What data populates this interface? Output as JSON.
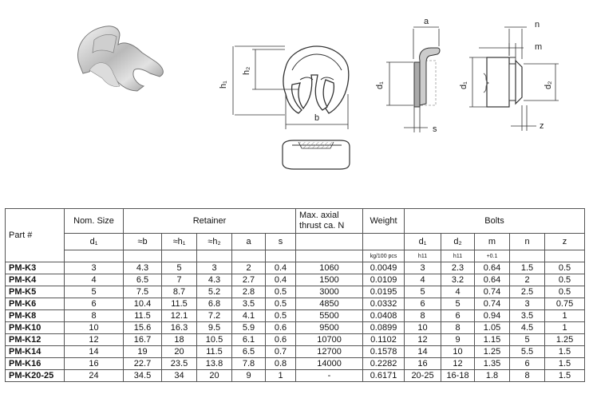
{
  "figure": {
    "dim_labels": {
      "h1": "h₁",
      "h2": "h₂",
      "b": "b",
      "a": "a",
      "d1_side": "d₁",
      "s": "s",
      "n": "n",
      "m": "m",
      "d1_bolt": "d₁",
      "d2": "d₂",
      "z": "z"
    }
  },
  "table": {
    "headers": {
      "part": "Part #",
      "nom_size": "Nom. Size",
      "retainer": "Retainer",
      "thrust": "Max. axial thrust ca. N",
      "weight": "Weight",
      "bolts": "Bolts"
    },
    "subheaders": [
      "d₁",
      "≈b",
      "≈h₁",
      "≈h₂",
      "a",
      "s",
      "",
      "",
      "d₁",
      "d₂",
      "m",
      "n",
      "z"
    ],
    "tol": {
      "weight": "kg/100 pcs",
      "d1": "h11",
      "d2": "h11",
      "m": "+0.1"
    },
    "rows": [
      [
        "PM-K3",
        "3",
        "4.3",
        "5",
        "3",
        "2",
        "0.4",
        "1060",
        "0.0049",
        "3",
        "2.3",
        "0.64",
        "1.5",
        "0.5"
      ],
      [
        "PM-K4",
        "4",
        "6.5",
        "7",
        "4.3",
        "2.7",
        "0.4",
        "1500",
        "0.0109",
        "4",
        "3.2",
        "0.64",
        "2",
        "0.5"
      ],
      [
        "PM-K5",
        "5",
        "7.5",
        "8.7",
        "5.2",
        "2.8",
        "0.5",
        "3000",
        "0.0195",
        "5",
        "4",
        "0.74",
        "2.5",
        "0.5"
      ],
      [
        "PM-K6",
        "6",
        "10.4",
        "11.5",
        "6.8",
        "3.5",
        "0.5",
        "4850",
        "0.0332",
        "6",
        "5",
        "0.74",
        "3",
        "0.75"
      ],
      [
        "PM-K8",
        "8",
        "11.5",
        "12.1",
        "7.2",
        "4.1",
        "0.5",
        "5500",
        "0.0408",
        "8",
        "6",
        "0.94",
        "3.5",
        "1"
      ],
      [
        "PM-K10",
        "10",
        "15.6",
        "16.3",
        "9.5",
        "5.9",
        "0.6",
        "9500",
        "0.0899",
        "10",
        "8",
        "1.05",
        "4.5",
        "1"
      ],
      [
        "PM-K12",
        "12",
        "16.7",
        "18",
        "10.5",
        "6.1",
        "0.6",
        "10700",
        "0.1102",
        "12",
        "9",
        "1.15",
        "5",
        "1.25"
      ],
      [
        "PM-K14",
        "14",
        "19",
        "20",
        "11.5",
        "6.5",
        "0.7",
        "12700",
        "0.1578",
        "14",
        "10",
        "1.25",
        "5.5",
        "1.5"
      ],
      [
        "PM-K16",
        "16",
        "22.7",
        "23.5",
        "13.8",
        "7.8",
        "0.8",
        "14000",
        "0.2282",
        "16",
        "12",
        "1.35",
        "6",
        "1.5"
      ],
      [
        "PM-K20-25",
        "24",
        "34.5",
        "34",
        "20",
        "9",
        "1",
        "-",
        "0.6171",
        "20-25",
        "16-18",
        "1.8",
        "8",
        "1.5"
      ]
    ]
  }
}
